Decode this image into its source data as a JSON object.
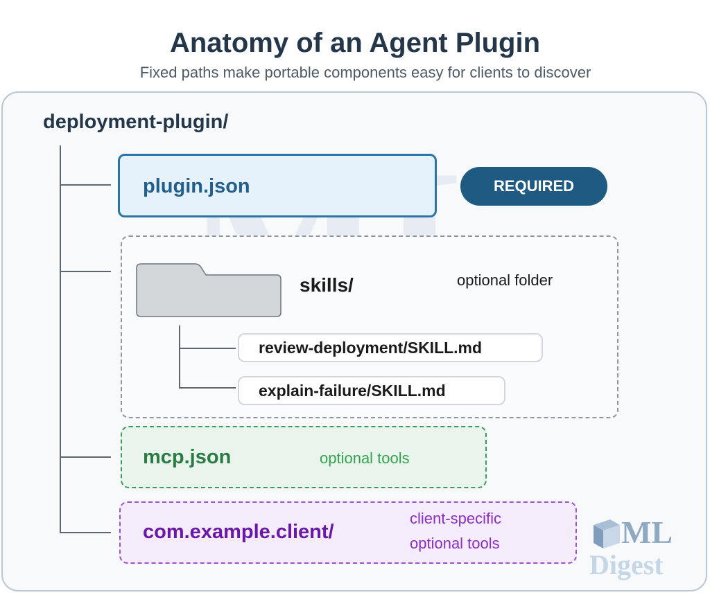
{
  "title": "Anatomy of an Agent Plugin",
  "subtitle": "Fixed paths make portable components easy for clients to discover",
  "tree": {
    "root": "deployment-plugin/",
    "plugin_json": {
      "label": "plugin.json",
      "badge": "REQUIRED"
    },
    "skills": {
      "label": "skills/",
      "note": "optional folder",
      "files": [
        "review-deployment/SKILL.md",
        "explain-failure/SKILL.md"
      ]
    },
    "mcp_json": {
      "label": "mcp.json",
      "note": "optional tools"
    },
    "client_folder": {
      "label": "com.example.client/",
      "note_line1": "client-specific",
      "note_line2": "optional tools"
    }
  },
  "logo": {
    "line1": "ML",
    "line2": "Digest"
  },
  "colors": {
    "title": "#24374a",
    "required_badge": "#1f5a82",
    "plugin_border": "#2b74a8",
    "mcp_green": "#3a9a5a",
    "client_purple": "#9a52c8"
  }
}
